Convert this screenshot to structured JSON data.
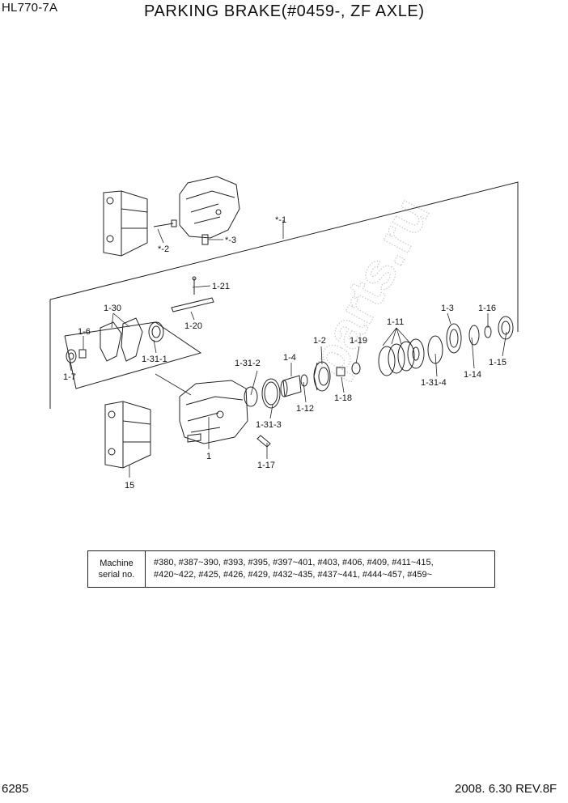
{
  "header": {
    "model": "HL770-7A",
    "title": "PARKING BRAKE(#0459-, ZF AXLE)"
  },
  "parts": {
    "p_star1": "*-1",
    "p_star2": "*-2",
    "p_star3": "*-3",
    "p1_21": "1-21",
    "p1_20": "1-20",
    "p1_30": "1-30",
    "p1_6": "1-6",
    "p1_31_1": "1-31-1",
    "p1_7": "1-7",
    "p1_31_2": "1-31-2",
    "p1_31_3": "1-31-3",
    "p1_4": "1-4",
    "p1_12": "1-12",
    "p1_2": "1-2",
    "p1_18": "1-18",
    "p1_19": "1-19",
    "p1_11": "1-11",
    "p1_31_4": "1-31-4",
    "p1_3": "1-3",
    "p1_14": "1-14",
    "p1_16": "1-16",
    "p1_15": "1-15",
    "p1": "1",
    "p1_17": "1-17",
    "p15": "15"
  },
  "serial": {
    "head_line1": "Machine",
    "head_line2": "serial no.",
    "line1": "#380, #387~390, #393, #395, #397~401, #403, #406, #409, #411~415,",
    "line2": "#420~422, #425, #426, #429, #432~435, #437~441, #444~457, #459~"
  },
  "footer": {
    "page": "6285",
    "revision": "2008. 6.30  REV.8F"
  }
}
